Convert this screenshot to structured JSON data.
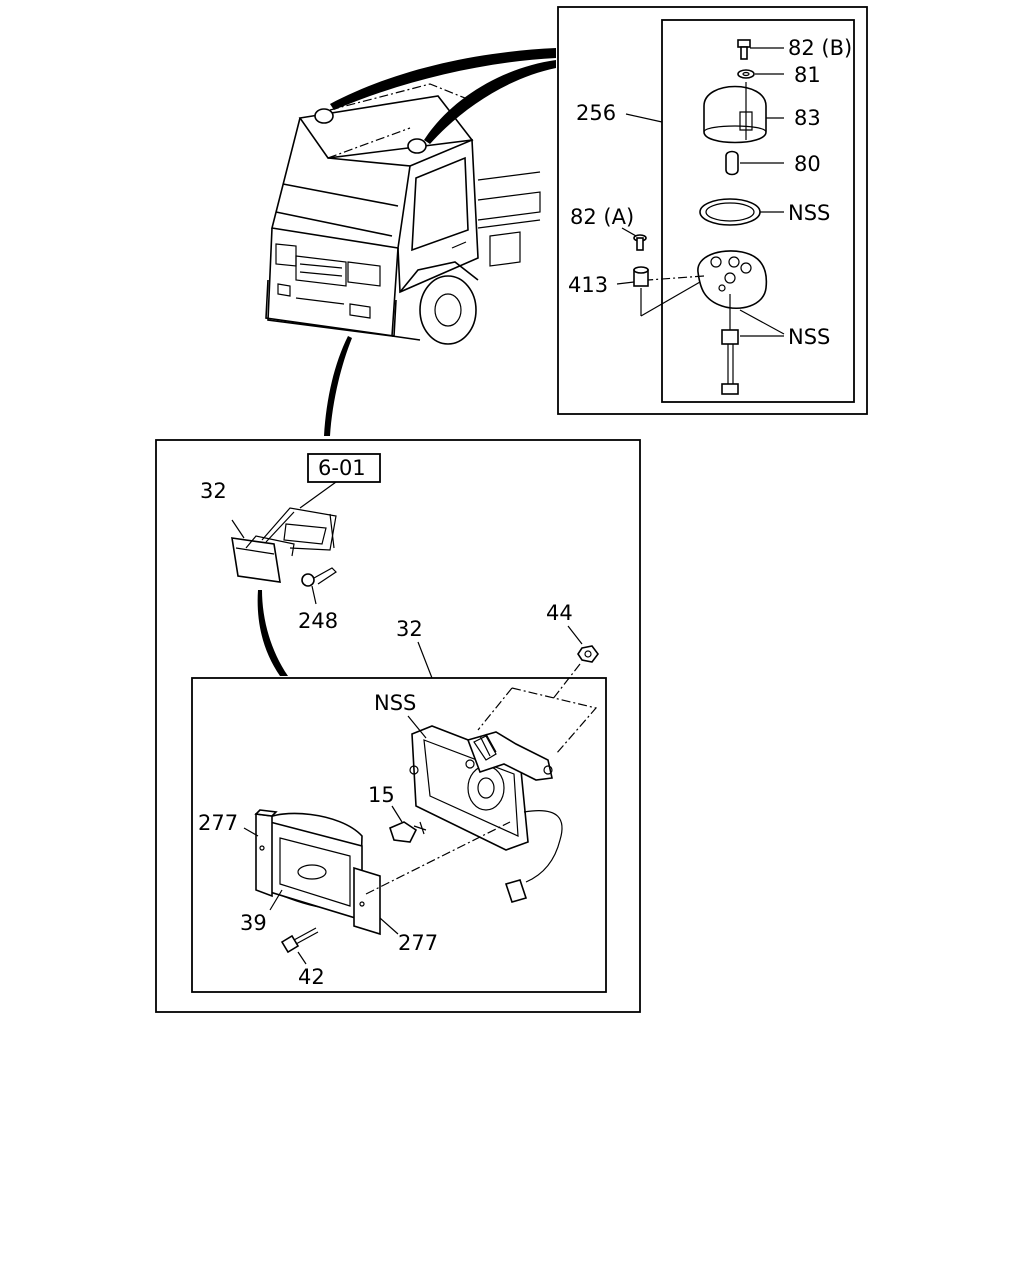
{
  "callouts": {
    "beacon_assembly": "256",
    "beacon_screw_b": "82 (B)",
    "beacon_washer": "81",
    "beacon_lens": "83",
    "beacon_bulb": "80",
    "beacon_gasket_nss": "NSS",
    "beacon_screw_a": "82 (A)",
    "beacon_bolt": "413",
    "beacon_harness_nss": "NSS",
    "ref_6_01": "6-01",
    "fog_lamp_top": "32",
    "bracket_248": "248",
    "fog_lamp_assembly": "32",
    "nut_44": "44",
    "lamp_housing_nss": "NSS",
    "bulb_15": "15",
    "cover_277_left": "277",
    "lens_39": "39",
    "bolt_42": "42",
    "cover_277_right": "277"
  }
}
